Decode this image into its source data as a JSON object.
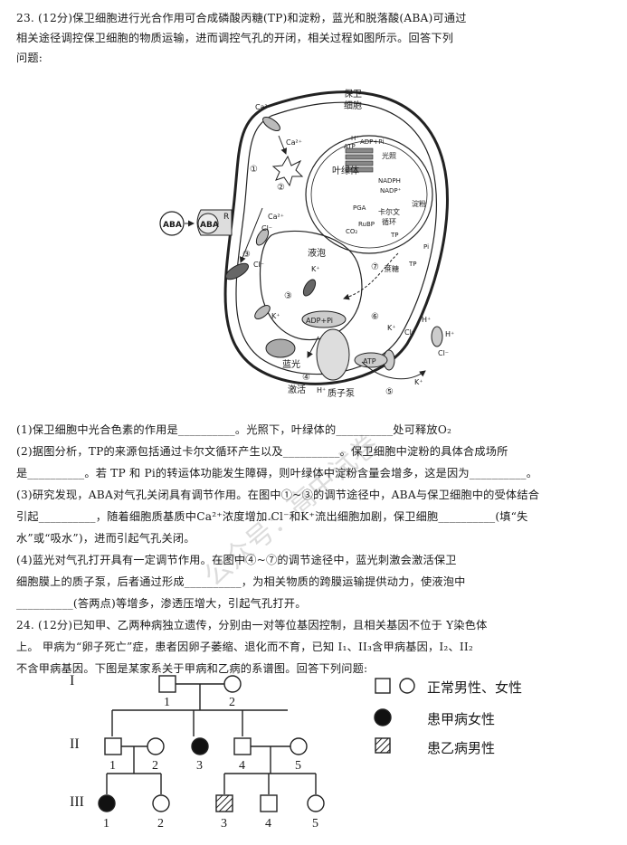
{
  "q23": {
    "line1": "23. (12分)保卫细胞进行光合作用可合成磷酸丙糖(TP)和淀粉，蓝光和脱落酸(ABA)可通过",
    "line2": "相关途径调控保卫细胞的物质运输，进而调控气孔的开闭，相关过程如图所示。回答下列",
    "line3": "问题:",
    "sub1": "(1)保卫细胞中光合色素的作用是__________。光照下，叶绿体的__________处可释放O₂",
    "sub2a": "(2)据图分析，TP的来源包括通过卡尔文循环产生以及__________。保卫细胞中淀粉的具体合成场所",
    "sub2b": "是__________。若 TP 和 Pi的转运体功能发生障碍，则叶绿体中淀粉含量会增多，这是因为__________。",
    "sub3a": "(3)研究发现，ABA对气孔关闭具有调节作用。在图中①~③的调节途径中，ABA与保卫细胞中的受体结合",
    "sub3b": "引起__________，随着细胞质基质中Ca²⁺浓度增加.Cl⁻和K⁺流出细胞加剧，保卫细胞__________(填“失",
    "sub3c": "水”或“吸水”)，进而引起气孔关闭。",
    "sub4a": "(4)蓝光对气孔打开具有一定调节作用。在图中④~⑦的调节途径中，蓝光刺激会激活保卫",
    "sub4b": "细胞膜上的质子泵，后者通过形成__________，为相关物质的跨膜运输提供动力，使液泡中",
    "sub4c": "__________(答两点)等增多，渗透压增大，引起气孔打开。"
  },
  "q24": {
    "line1": "24. (12分)已知甲、乙两种病独立遗传，分别由一对等位基因控制，且相关基因不位于 Y染色体",
    "line2": "上。 甲病为“卵子死亡”症，患者因卵子萎缩、退化而不育，已知 I₁、II₃含甲病基因，I₂、II₂",
    "line3": "不含甲病基因。下图是某家系关于甲病和乙病的系谱图。回答下列问题:"
  },
  "cell_figure": {
    "guard_cell": "保卫\n细胞",
    "guard_cell_l1": "保卫",
    "guard_cell_l2": "细胞",
    "chloroplast": "叶绿体",
    "vacuole": "液泡",
    "calvin_l1": "卡尔文",
    "calvin_l2": "循环",
    "starch": "淀粉",
    "sucrose": "蔗糖",
    "light": "光照",
    "blue_light": "蓝光",
    "activate": "激活",
    "proton_pump": "质子泵",
    "aba": "ABA",
    "receptor": "R",
    "atp": "ATP",
    "adp_pi": "ADP+Pi",
    "nadph": "NADPH",
    "nadp": "NADP⁺",
    "pga": "PGA",
    "rubp": "RuBP",
    "co2": "CO₂",
    "tp": "TP",
    "pi": "Pi",
    "ca": "Ca²⁺",
    "cl": "Cl⁻",
    "k": "K⁺",
    "h": "H⁺",
    "n1": "①",
    "n2": "②",
    "n3": "③",
    "n4": "④",
    "n5": "⑤",
    "n6": "⑥",
    "n7": "⑦"
  },
  "pedigree": {
    "gen_I": "I",
    "gen_II": "II",
    "gen_III": "III",
    "I_labels": [
      "1",
      "2"
    ],
    "II_labels": [
      "1",
      "2",
      "3",
      "4",
      "5"
    ],
    "III_labels": [
      "1",
      "2",
      "3",
      "4",
      "5"
    ],
    "legend": {
      "normal": "正常男性、女性",
      "disease_a_female": "患甲病女性",
      "disease_b_male": "患乙病男性"
    }
  },
  "watermark": "公众号：高中试卷"
}
